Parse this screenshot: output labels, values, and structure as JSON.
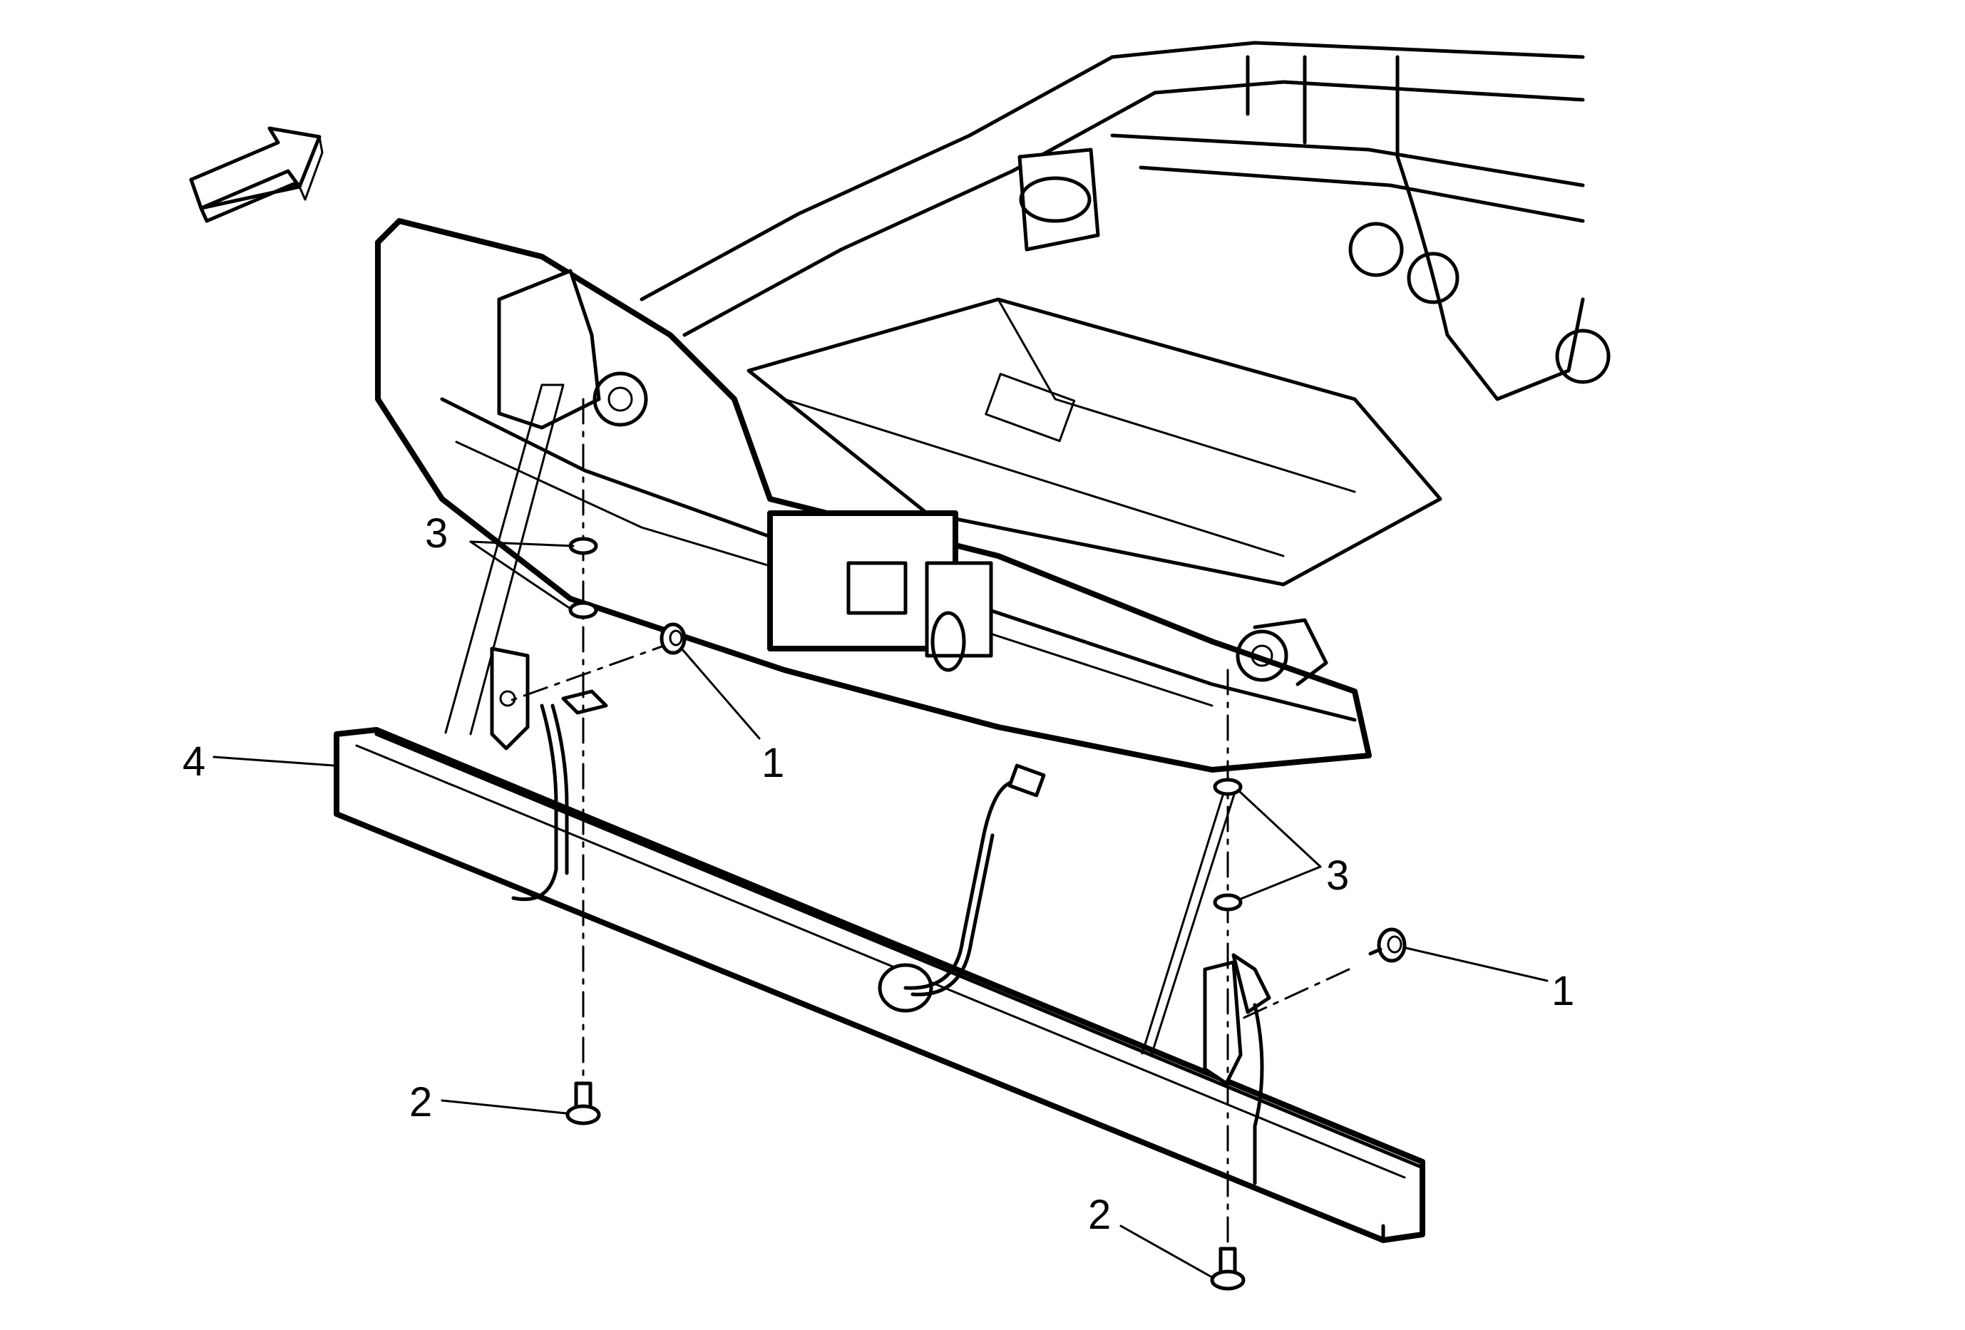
{
  "callouts": [
    {
      "id": "fastener-1-left",
      "label": "1"
    },
    {
      "id": "fastener-1-right",
      "label": "1"
    },
    {
      "id": "bolt-2-left",
      "label": "2"
    },
    {
      "id": "bolt-2-right",
      "label": "2"
    },
    {
      "id": "washer-3-left",
      "label": "3"
    },
    {
      "id": "washer-3-right",
      "label": "3"
    },
    {
      "id": "bar-4",
      "label": "4"
    }
  ],
  "colors": {
    "line": "#000000",
    "background": "#ffffff"
  },
  "icons": {
    "direction": "direction-arrow-icon"
  }
}
